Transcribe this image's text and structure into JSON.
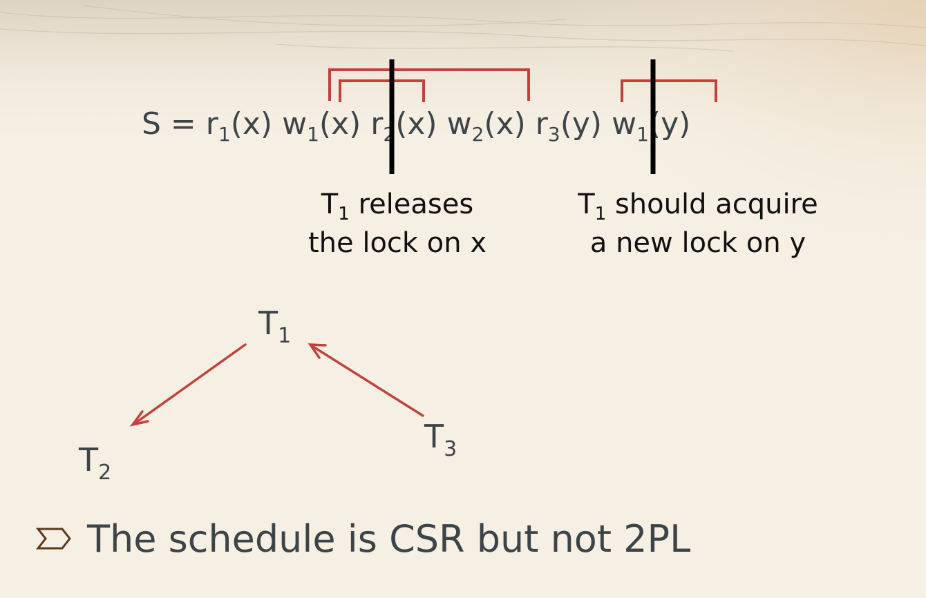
{
  "schedule": {
    "prefix": "S = ",
    "operations": [
      {
        "op": "r",
        "tx": "1",
        "item": "(x)"
      },
      {
        "op": "w",
        "tx": "1",
        "item": "(x)"
      },
      {
        "op": "r",
        "tx": "2",
        "item": "(x)"
      },
      {
        "op": "w",
        "tx": "2",
        "item": "(x)"
      },
      {
        "op": "r",
        "tx": "3",
        "item": "(y)"
      },
      {
        "op": "w",
        "tx": "1",
        "item": "(y)"
      }
    ]
  },
  "notes": {
    "release": {
      "t": "T",
      "sub": "1",
      "line1": " releases",
      "line2": "the lock on x"
    },
    "acquire": {
      "t": "T",
      "sub": "1",
      "line1": " should acquire",
      "line2": "a new lock on y"
    }
  },
  "graph": {
    "nodes": [
      {
        "id": "T1",
        "label": "T",
        "sub": "1"
      },
      {
        "id": "T2",
        "label": "T",
        "sub": "2"
      },
      {
        "id": "T3",
        "label": "T",
        "sub": "3"
      }
    ],
    "edges": [
      {
        "from": "T1",
        "to": "T2"
      },
      {
        "from": "T3",
        "to": "T1"
      }
    ]
  },
  "bullet": {
    "text": "The schedule is CSR but not 2PL"
  },
  "colors": {
    "background": "#f6efe4",
    "text": "#3d4448",
    "conflict_bracket": "#c2413c",
    "lock_divider": "#000000",
    "edge": "#c2413c",
    "bullet_icon": "#5a3a1c"
  }
}
